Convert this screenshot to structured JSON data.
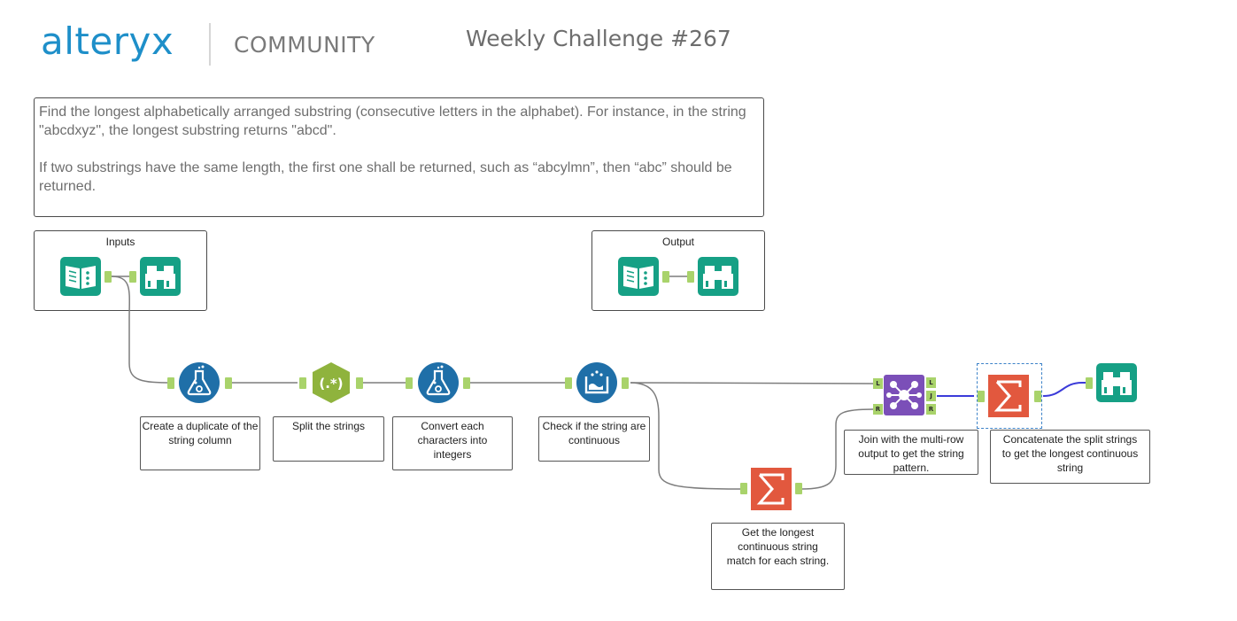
{
  "header": {
    "logo": "alteryx",
    "community": "COMMUNITY",
    "title": "Weekly Challenge #267"
  },
  "description": {
    "paragraph1": "Find the longest alphabetically arranged substring (consecutive letters in the alphabet). For instance, in the string \"abcdxyz\", the longest substring returns \"abcd\".",
    "paragraph2": "If two substrings have the same length, the first one shall be returned, such as “abcylmn”, then “abc” should be returned."
  },
  "containers": {
    "inputs": "Inputs",
    "output": "Output"
  },
  "comments": {
    "duplicate": "Create a duplicate of the string column",
    "split": "Split the strings",
    "convert": "Convert each characters into integers",
    "check": "Check if the string are continuous",
    "longest": "Get the longest continuous string match for each string.",
    "join": "Join with the multi-row output to get the string pattern.",
    "concat": "Concatenate the split strings to get the longest continuous string"
  },
  "join_anchors": {
    "left_in": "L",
    "right_in": "R",
    "left_out": "L",
    "join_out": "J",
    "right_out": "R"
  },
  "icons": {
    "input": "book-icon",
    "browse": "binoculars-icon",
    "formula": "flask-icon",
    "regex": "regex-icon",
    "multirow": "multi-row-formula-icon",
    "summarize": "sigma-icon",
    "join": "join-network-icon"
  },
  "colors": {
    "brand": "#1e8fc9",
    "teal_tool": "#16a085",
    "blue_tool": "#1f6fa8",
    "regex_tool": "#8fb33d",
    "summarize_tool": "#e2583e",
    "join_tool": "#7b4fb8",
    "anchor": "#a9d36b",
    "selected_wire": "#3b3bd9"
  }
}
